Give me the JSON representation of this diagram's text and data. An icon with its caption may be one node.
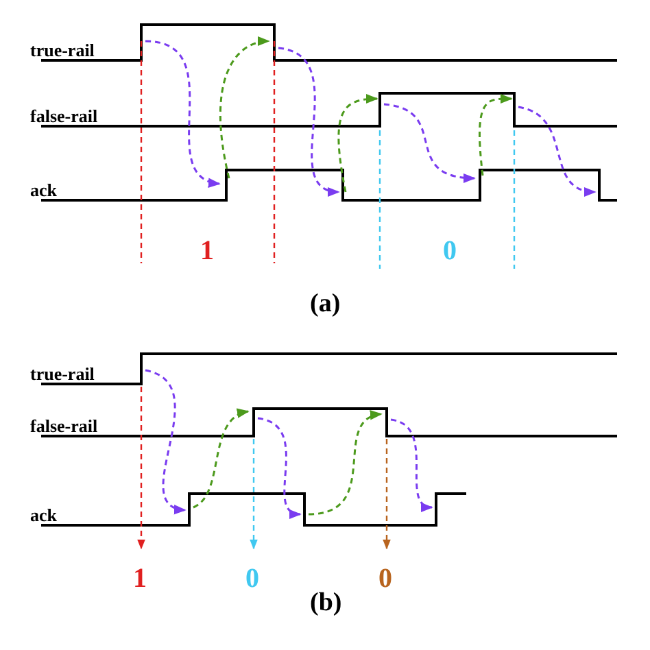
{
  "diagram": {
    "labels": [
      "true-rail",
      "false-rail",
      "ack",
      "1",
      "0",
      "(a)",
      "true-rail",
      "false-rail",
      "ack",
      "1",
      "0",
      "0",
      "(b)"
    ]
  }
}
